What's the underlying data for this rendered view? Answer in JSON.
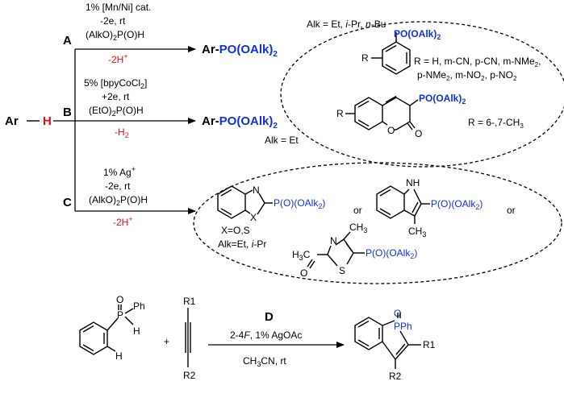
{
  "substrate": {
    "ar": "Ar",
    "h": "H"
  },
  "route_a": {
    "label": "A",
    "line1": "1% [Mn/Ni] cat.",
    "line2": "-2e, rt",
    "line3_a": "(AlkO)",
    "line3_sub": "2",
    "line3_b": "P(O)H",
    "red_a": "-2H",
    "red_sup": "+",
    "product_ar": "Ar-",
    "product_p": "PO(OAlk)",
    "product_sub": "2",
    "alk_prefix": "Alk = Et, ",
    "alk_ipr": "i",
    "alk_mid": "-Pr, ",
    "alk_nbu": "n",
    "alk_suffix": "-Bu"
  },
  "route_b": {
    "label": "B",
    "line1_a": "5% [bpyCoCl",
    "line1_sub": "2",
    "line1_b": "]",
    "line2": "+2e, rt",
    "line3_a": "(EtO)",
    "line3_sub": "2",
    "line3_b": "P(O)H",
    "red_a": "-H",
    "red_sub": "2",
    "product_ar": "Ar-",
    "product_p": "PO(OAlk)",
    "product_sub": "2",
    "alk": "Alk = Et"
  },
  "route_c": {
    "label": "C",
    "line1_a": "1% Ag",
    "line1_sup": "+",
    "line2": "-2e, rt",
    "line3_a": "(AlkO)",
    "line3_sub": "2",
    "line3_b": "P(O)H",
    "red_a": "-2H",
    "red_sup": "+"
  },
  "ellipse_top": {
    "phenyl_p": "PO(OAlk)",
    "phenyl_p_sub": "2",
    "phenyl_r": "R",
    "r_line1": "R = H, m-CN, p-CN, m-NMe",
    "r_line1_sub": "2",
    "r_line1_end": ",",
    "r_line2_a": "p-NMe",
    "r_line2_sub1": "2",
    "r_line2_b": ", m-NO",
    "r_line2_sub2": "2",
    "r_line2_c": ", p-NO",
    "r_line2_sub3": "2",
    "coumarin_p": "PO(OAlk)",
    "coumarin_p_sub": "2",
    "coumarin_r": "R",
    "coumarin_o": "O",
    "coumarin_co": "O",
    "coumarin_rvals_a": "R = 6-,7-CH",
    "coumarin_rvals_sub": "3"
  },
  "ellipse_bottom": {
    "benzazole_n": "N",
    "benzazole_x": "X",
    "benzazole_p": "P(O)(OAlk",
    "benzazole_p_sub": "2",
    "benzazole_p_end": ")",
    "x_vals": "X=O,S",
    "alk_a": "Alk=Et, ",
    "alk_i": "i",
    "alk_b": "-Pr",
    "or1": "or",
    "indole_nh": "H",
    "indole_n": "N",
    "indole_p": "P(O)(OAlk",
    "indole_p_sub": "2",
    "indole_p_end": ")",
    "indole_ch3_a": "CH",
    "indole_ch3_sub": "3",
    "or2": "or",
    "thiazole_ch3_a": "CH",
    "thiazole_ch3_sub": "3",
    "thiazole_n": "N",
    "thiazole_s": "S",
    "thiazole_acyl_a": "H",
    "thiazole_acyl_sub": "3",
    "thiazole_acyl_b": "C",
    "thiazole_o": "O",
    "thiazole_p": "P(O)(OAlk",
    "thiazole_p_sub": "2",
    "thiazole_p_end": ")"
  },
  "reaction_d": {
    "label": "D",
    "p_o": "O",
    "p": "P",
    "ph": "Ph",
    "h1": "H",
    "h2": "H",
    "plus": "+",
    "r1": "R1",
    "r2": "R2",
    "cond1_a": "2-4",
    "cond1_f": "F",
    "cond1_b": ", 1% AgOAc",
    "cond2_a": "CH",
    "cond2_sub": "3",
    "cond2_b": "CN, rt",
    "prod_o": "O",
    "prod_pph": "PPh",
    "prod_r1": "R1",
    "prod_r2": "R2"
  }
}
